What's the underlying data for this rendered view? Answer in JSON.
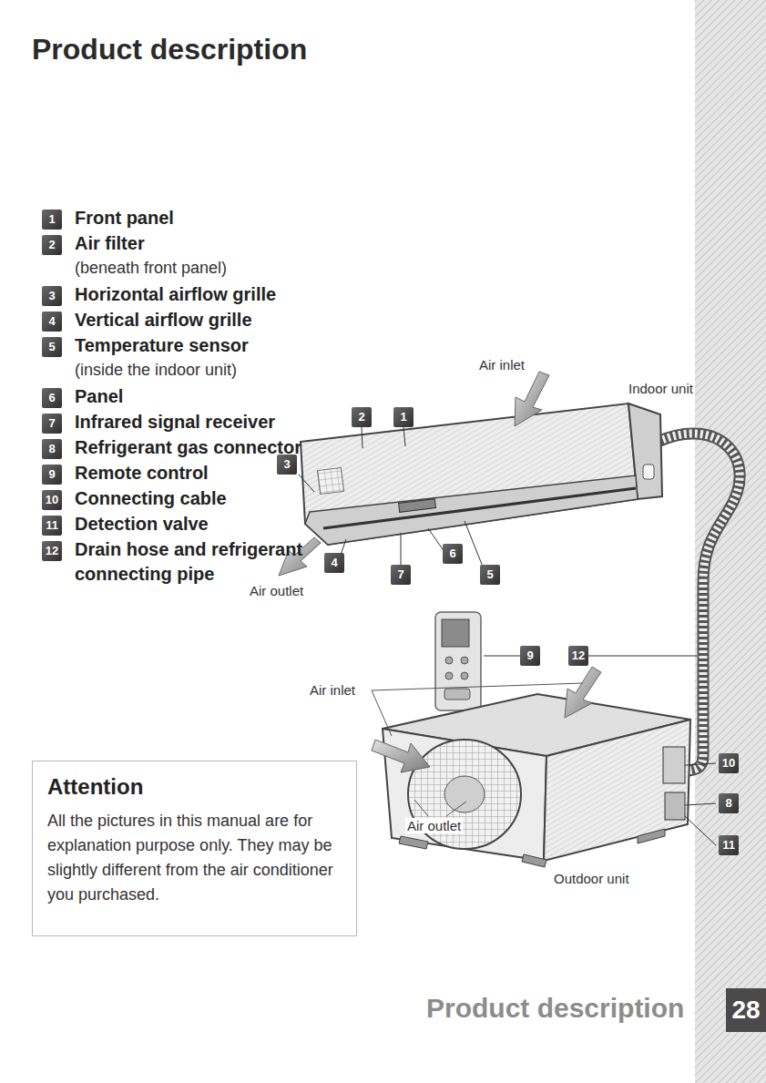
{
  "diagram": {
    "title": "Product description",
    "nodes": [
      {
        "text": [
          "Attention",
          "All the pictures in this manual are for explanation purpose only. They may be slightly different from the air conditioner you purchased."
        ]
      }
    ],
    "labels": [
      "1",
      "Front panel",
      "2",
      "Air filter",
      "(beneath front panel)",
      "3",
      "Horizontal airflow grille",
      "4",
      "Vertical airflow grille",
      "5",
      "Temperature sensor",
      "(inside the indoor unit)",
      "6",
      "Panel",
      "7",
      "Infrared signal receiver",
      "8",
      "Refrigerant gas connector",
      "9",
      "Remote control",
      "10",
      "Connecting cable",
      "11",
      "Detection valve",
      "12",
      "Drain hose and refrigerant connecting pipe",
      "Air inlet",
      "2",
      "1",
      "Indoor unit",
      "3",
      "Air outlet",
      "4",
      "7",
      "6",
      "5",
      "9",
      "12",
      "Air inlet",
      "10",
      "8",
      "Air outlet",
      "11",
      "Outdoor unit",
      "Product description",
      "28"
    ]
  }
}
